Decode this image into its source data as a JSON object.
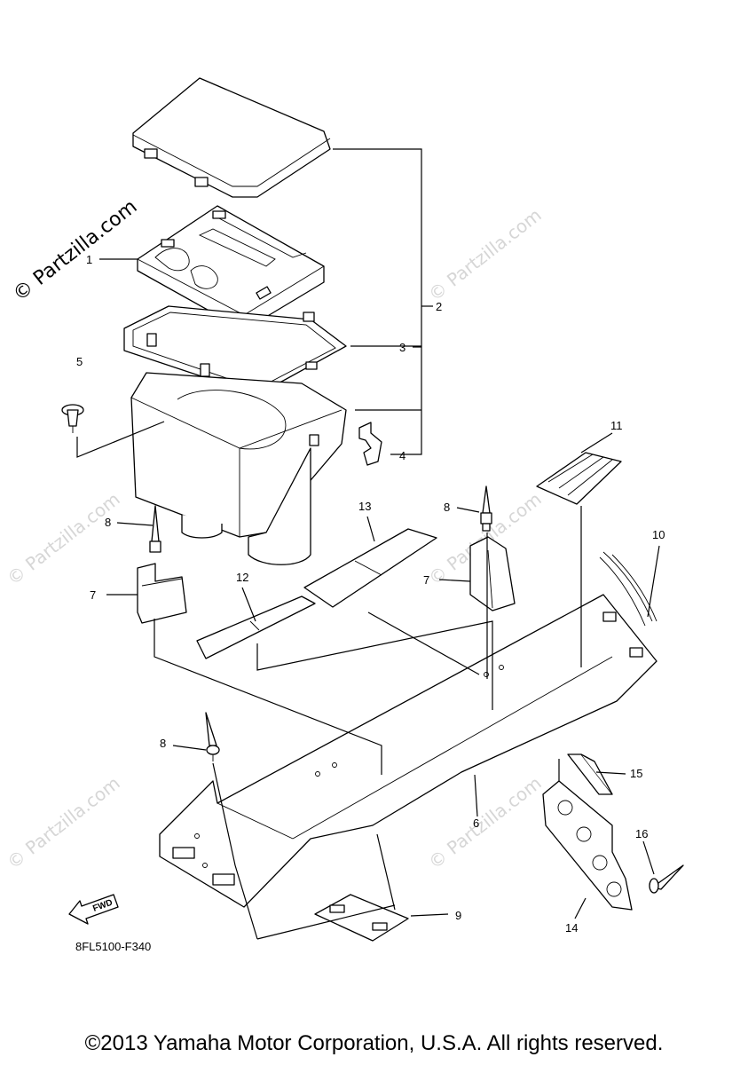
{
  "watermark": {
    "main": "© Partzilla.com",
    "faint": "© Partzilla.com"
  },
  "callouts": [
    "1",
    "2",
    "3",
    "4",
    "5",
    "6",
    "7",
    "7",
    "8",
    "8",
    "8",
    "9",
    "10",
    "11",
    "12",
    "13",
    "14",
    "15",
    "16"
  ],
  "fwd_label": "FWD",
  "diagram_code": "8FL5100-F340",
  "copyright": "©2013 Yamaha Motor Corporation, U.S.A. All rights reserved."
}
